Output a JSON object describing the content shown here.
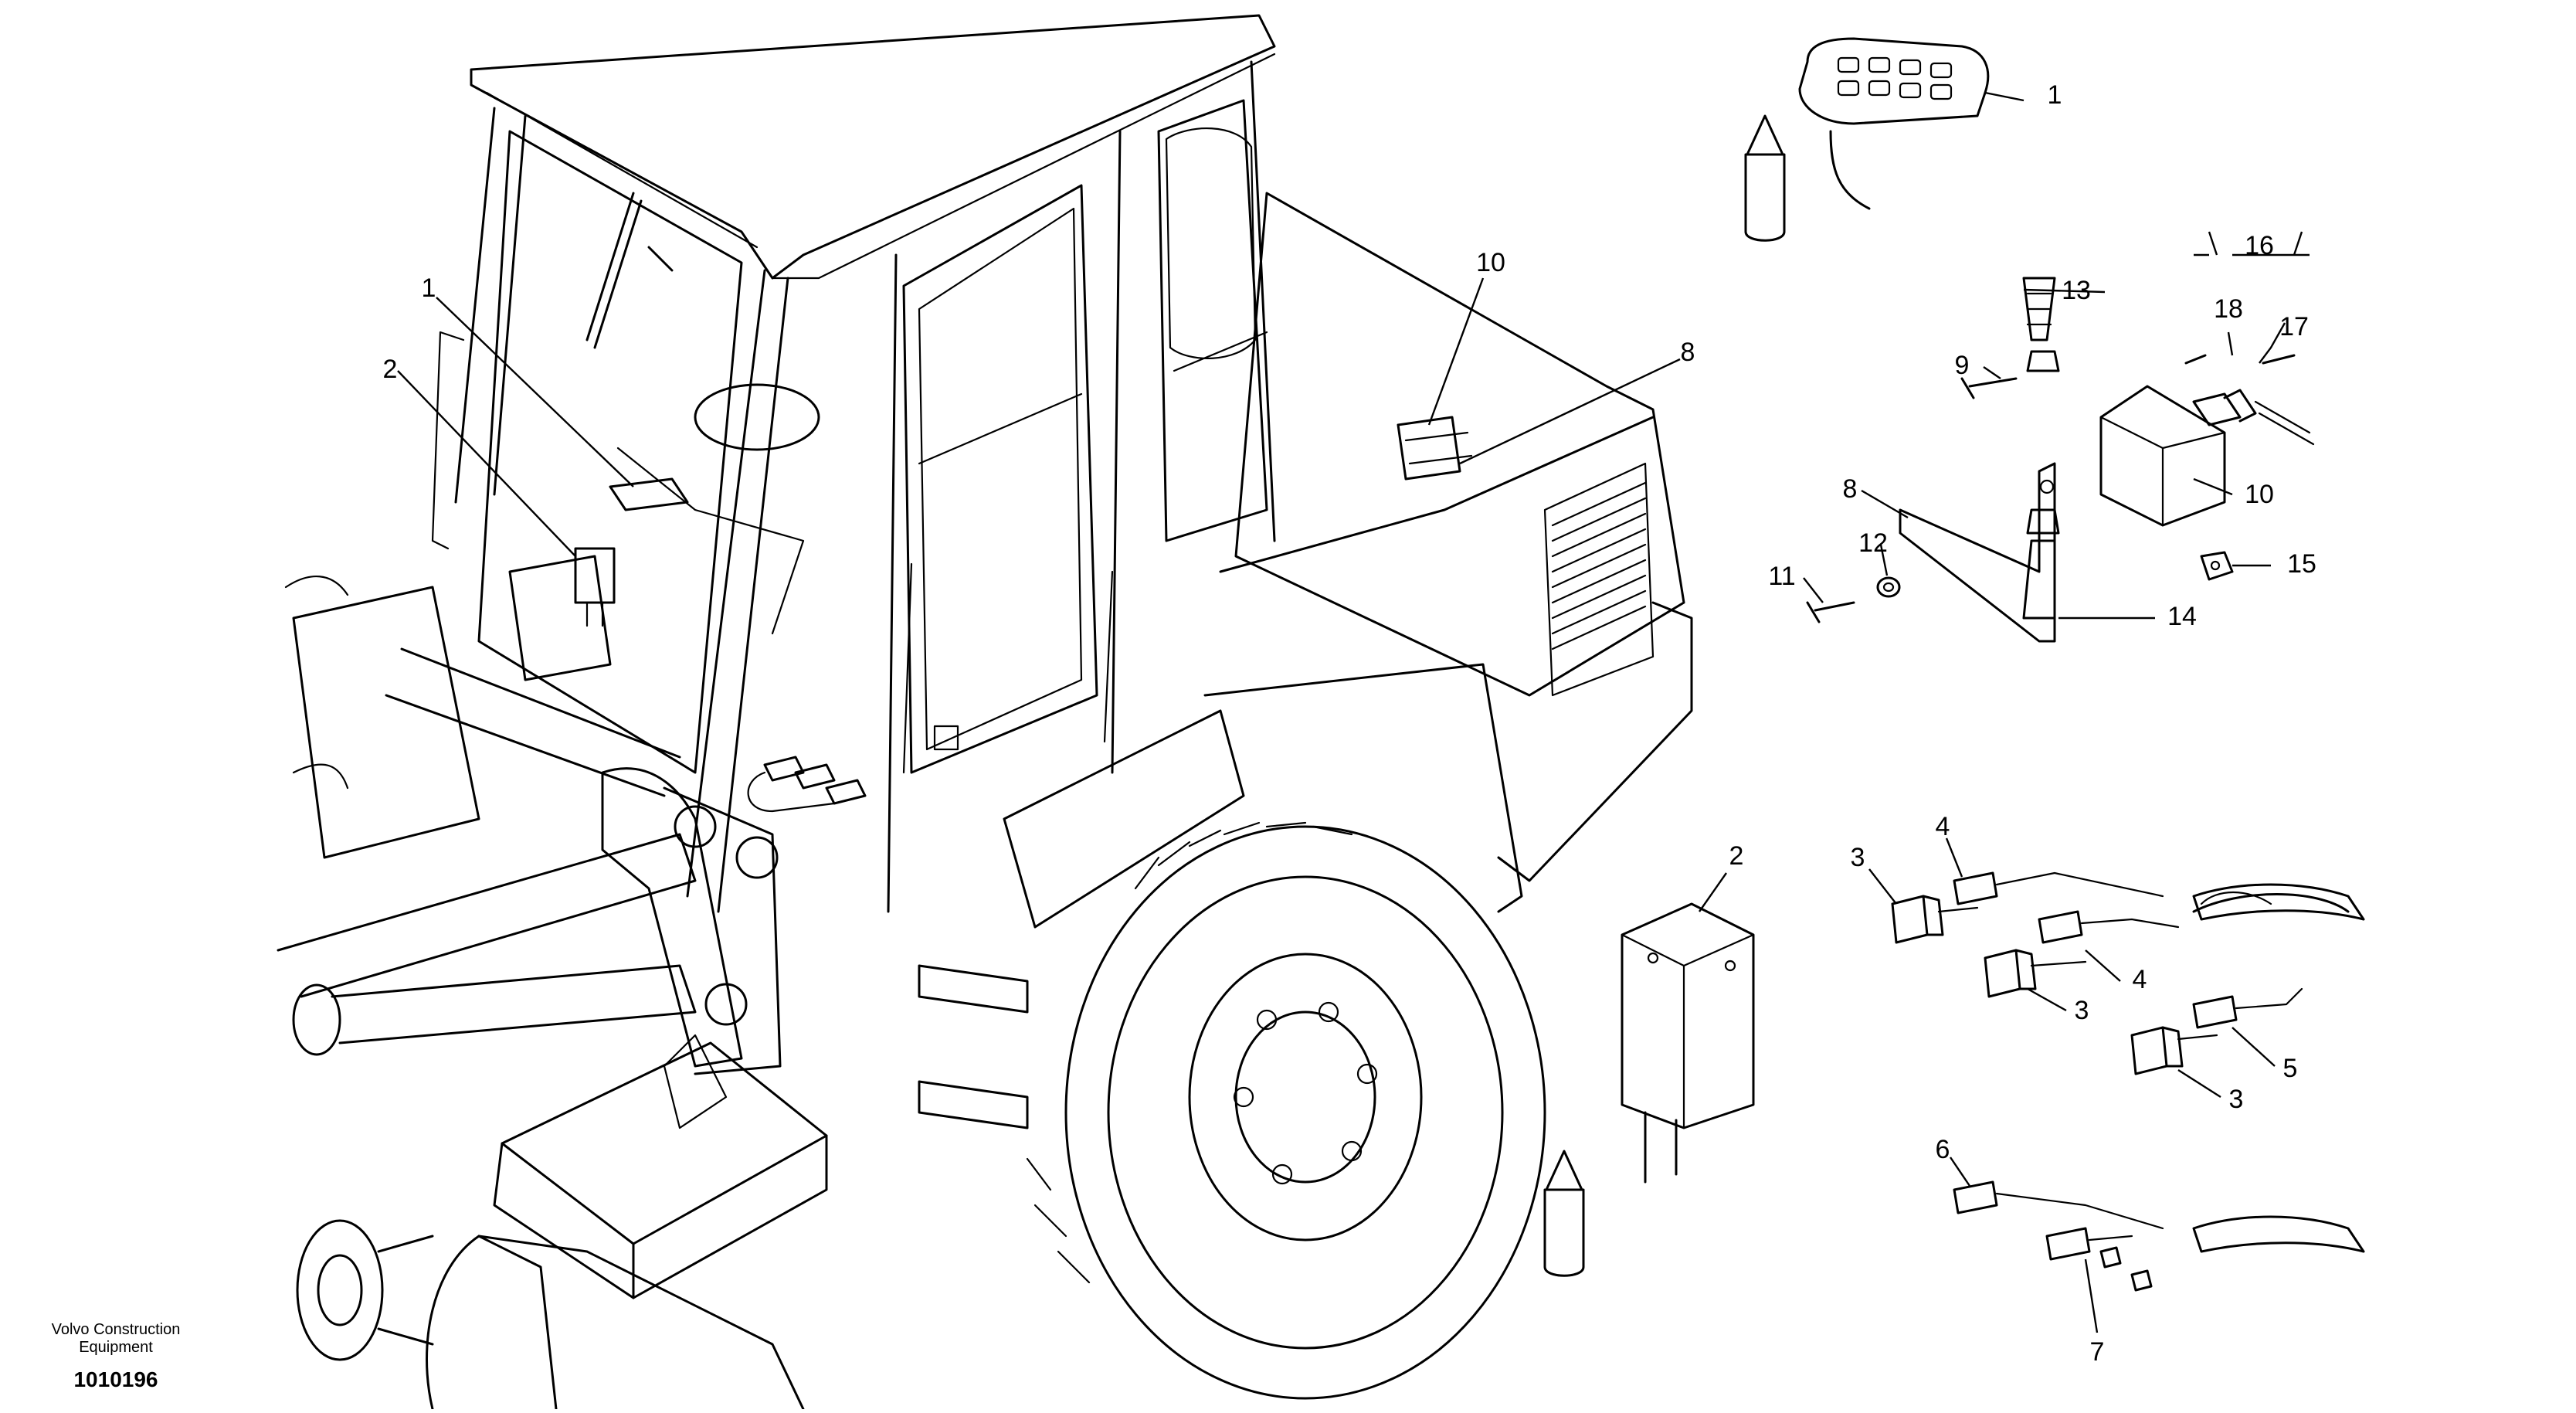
{
  "footer": {
    "brand_line1": "Volvo Construction",
    "brand_line2": "Equipment",
    "figure_number": "1010196"
  },
  "callouts": [
    {
      "id": "c1a",
      "text": "1"
    },
    {
      "id": "c2a",
      "text": "2"
    },
    {
      "id": "c10a",
      "text": "10"
    },
    {
      "id": "c8a",
      "text": "8"
    },
    {
      "id": "c1b",
      "text": "1"
    },
    {
      "id": "c16",
      "text": "16"
    },
    {
      "id": "c13",
      "text": "13"
    },
    {
      "id": "c18",
      "text": "18"
    },
    {
      "id": "c17",
      "text": "17"
    },
    {
      "id": "c9",
      "text": "9"
    },
    {
      "id": "c10b",
      "text": "10"
    },
    {
      "id": "c8b",
      "text": "8"
    },
    {
      "id": "c12",
      "text": "12"
    },
    {
      "id": "c11",
      "text": "11"
    },
    {
      "id": "c15",
      "text": "15"
    },
    {
      "id": "c14",
      "text": "14"
    },
    {
      "id": "c2b",
      "text": "2"
    },
    {
      "id": "c3a",
      "text": "3"
    },
    {
      "id": "c4a",
      "text": "4"
    },
    {
      "id": "c4b",
      "text": "4"
    },
    {
      "id": "c3b",
      "text": "3"
    },
    {
      "id": "c5",
      "text": "5"
    },
    {
      "id": "c3c",
      "text": "3"
    },
    {
      "id": "c6",
      "text": "6"
    },
    {
      "id": "c7",
      "text": "7"
    }
  ]
}
